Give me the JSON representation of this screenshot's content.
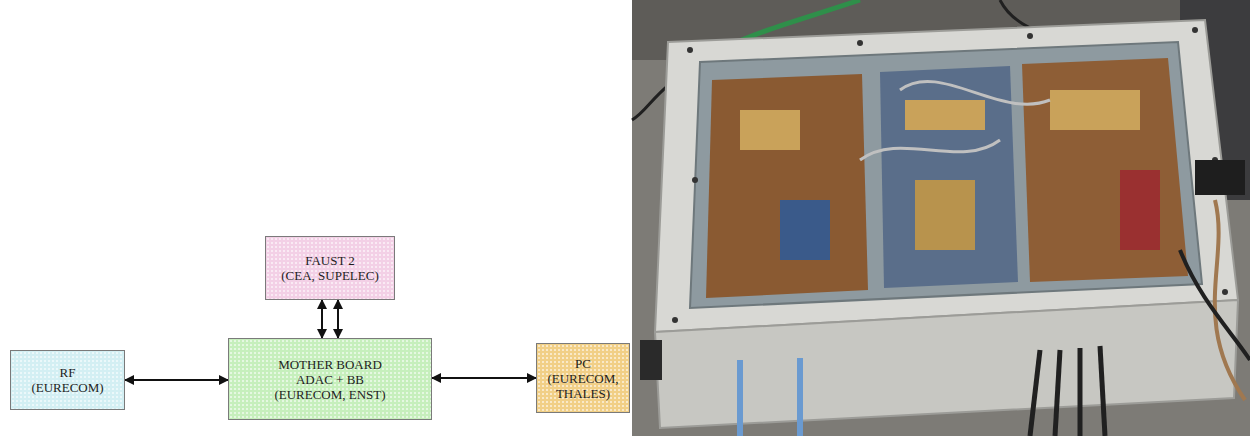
{
  "diagram": {
    "nodes": [
      {
        "text": [
          "FAUST 2",
          "(CEA, SUPELEC)"
        ]
      },
      {
        "text": [
          "RF",
          "(EURECOM)"
        ]
      },
      {
        "text": [
          "MOTHER BOARD ADAC + BB",
          "(EURECOM, ENST)"
        ]
      },
      {
        "text": [
          "PC",
          "(EURECOM, THALES)"
        ]
      }
    ],
    "edges": [
      {
        "from": 0,
        "to": 2,
        "arrow": "both"
      },
      {
        "from": 0,
        "to": 2,
        "arrow": "both"
      },
      {
        "from": 1,
        "to": 2,
        "arrow": "both"
      },
      {
        "from": 2,
        "to": 3,
        "arrow": "both"
      }
    ]
  }
}
